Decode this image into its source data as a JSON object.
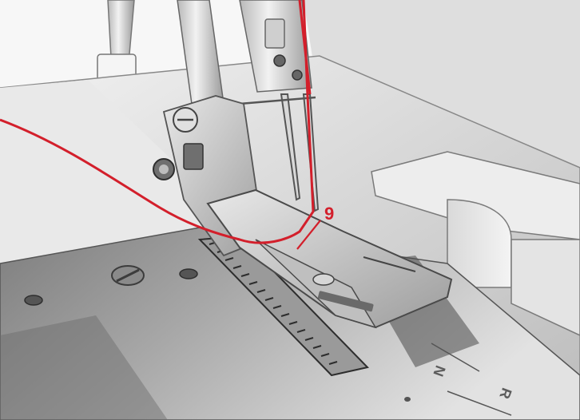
{
  "callout": {
    "label": "9"
  },
  "plate_markings": {
    "n_label": "N",
    "r_label": "R"
  },
  "colors": {
    "thread": "#d31f2b",
    "callout": "#d31f2b",
    "metal_light": "#e6e6e6",
    "metal_dark": "#7a7a7a",
    "machine_bed": "#bfbfbf"
  },
  "icons": [
    "presser-foot-icon",
    "needle-icon",
    "thread-icon",
    "needle-plate-icon",
    "screw-icon"
  ]
}
